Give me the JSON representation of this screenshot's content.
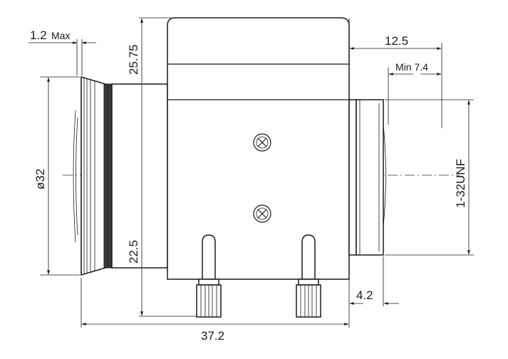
{
  "dimensions": {
    "flange_max": "1.2",
    "flange_max_suffix": "Max",
    "height_upper": "25.75",
    "height_lower": "22.5",
    "diameter": "ø32",
    "mount_offset": "12.5",
    "min_back": "Min 7.4",
    "thread": "1-32UNF",
    "mount_length": "4.2",
    "total_length": "37.2"
  }
}
